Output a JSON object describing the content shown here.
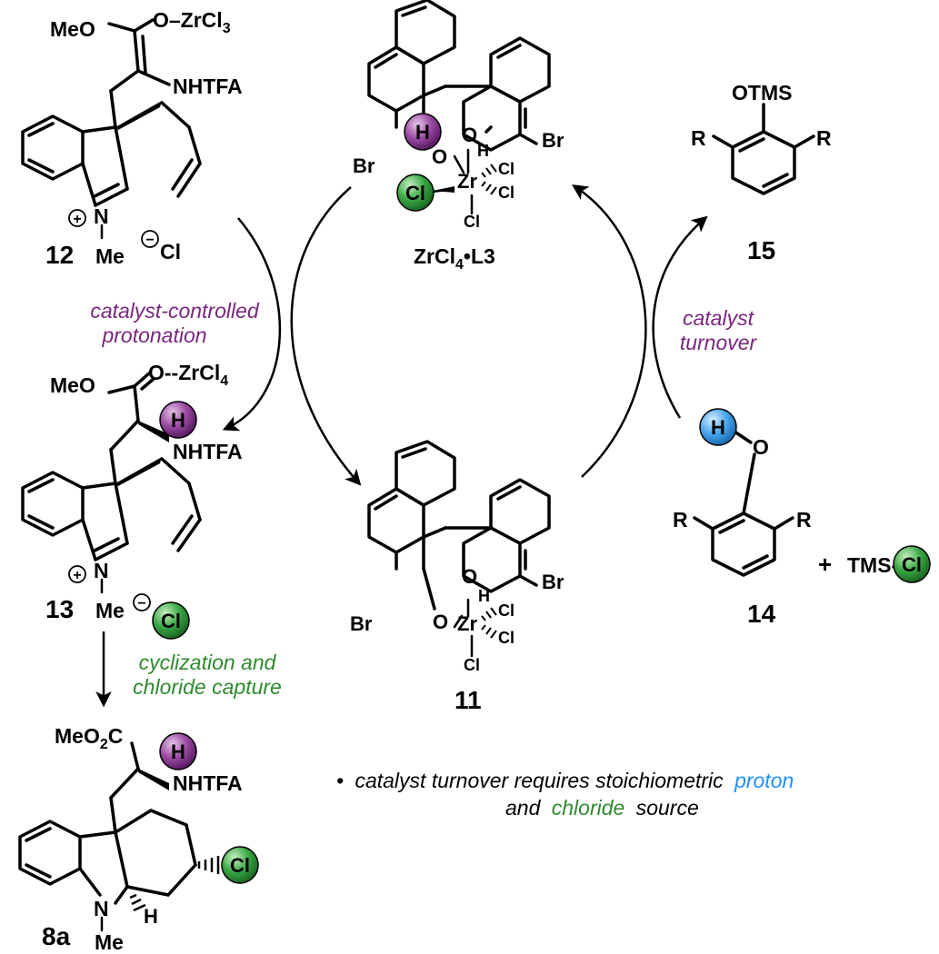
{
  "compounds": {
    "c12": {
      "number": "12",
      "ome": "MeO",
      "ozr": "O–ZrCl",
      "ozr_sub": "3",
      "nhtfa": "NHTFA",
      "n": "N",
      "plus": "+",
      "me": "Me",
      "minus": "−",
      "cl": "Cl"
    },
    "c13": {
      "number": "13",
      "ome": "MeO",
      "ozr": "O--ZrCl",
      "ozr_sub": "4",
      "h": "H",
      "nhtfa": "NHTFA",
      "n": "N",
      "plus": "+",
      "me": "Me",
      "minus": "−",
      "cl": "Cl"
    },
    "c8a": {
      "number": "8a",
      "meo2c_a": "MeO",
      "meo2c_sub": "2",
      "meo2c_b": "C",
      "h": "H",
      "nhtfa": "NHTFA",
      "cl": "Cl",
      "n": "N",
      "me": "Me",
      "h2": "H"
    },
    "zrL3": {
      "label_a": "ZrCl",
      "label_sub": "4",
      "label_b": "•L3",
      "br1": "Br",
      "br2": "Br",
      "h": "H",
      "o1": "O",
      "o2": "O",
      "h2": "H",
      "zr": "Zr",
      "cl1": "Cl",
      "cl2": "Cl",
      "cl3": "Cl",
      "cl4": "Cl"
    },
    "c11": {
      "number": "11",
      "br1": "Br",
      "br2": "Br",
      "o1": "O",
      "o2": "O",
      "h": "H",
      "zr": "Zr",
      "cl1": "Cl",
      "cl2": "Cl",
      "cl3": "Cl"
    },
    "c14": {
      "number": "14",
      "h": "H",
      "o": "O",
      "r1": "R",
      "r2": "R",
      "plus": "+",
      "tms": "TMS-",
      "cl": "Cl"
    },
    "c15": {
      "number": "15",
      "otms": "OTMS",
      "r1": "R",
      "r2": "R"
    }
  },
  "steps": {
    "protonation_1": "catalyst-controlled",
    "protonation_2": "protonation",
    "cyclization_1": "cyclization and",
    "cyclization_2": "chloride capture",
    "turnover_1": "catalyst",
    "turnover_2": "turnover"
  },
  "note": {
    "bullet": "•",
    "part1": "catalyst turnover requires stoichiometric",
    "proton": "proton",
    "part2": "and",
    "chloride": "chloride",
    "part3": "source"
  },
  "colors": {
    "purple": "#7a2680",
    "green": "#2e8b2e",
    "blue": "#1e90ff",
    "purple_ball": "#8e3b95",
    "green_ball": "#2f9e3a",
    "blue_ball": "#4aa8f0"
  }
}
